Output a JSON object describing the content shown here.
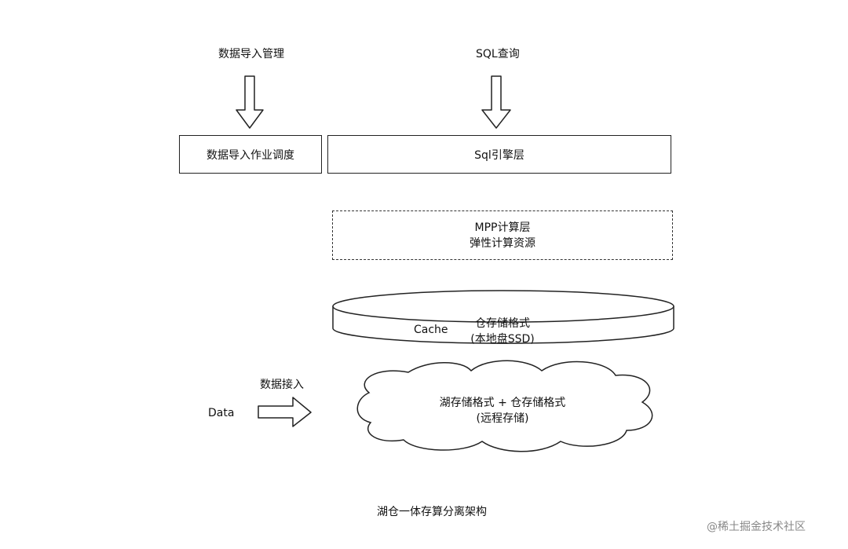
{
  "top": {
    "data_import_mgmt": "数据导入管理",
    "sql_query": "SQL查询"
  },
  "boxes": {
    "import_job_scheduling": "数据导入作业调度",
    "sql_engine_layer": "Sql引擎层",
    "mpp_line1": "MPP计算层",
    "mpp_line2": "弹性计算资源"
  },
  "cache": {
    "label": "Cache",
    "line1": "仓存储格式",
    "line2": "(本地盘SSD)"
  },
  "ingest": {
    "label": "数据接入",
    "source": "Data"
  },
  "cloud": {
    "line1": "湖存储格式 + 仓存储格式",
    "line2": "(远程存储)"
  },
  "caption": "湖仓一体存算分离架构",
  "watermark": "@稀土掘金技术社区"
}
